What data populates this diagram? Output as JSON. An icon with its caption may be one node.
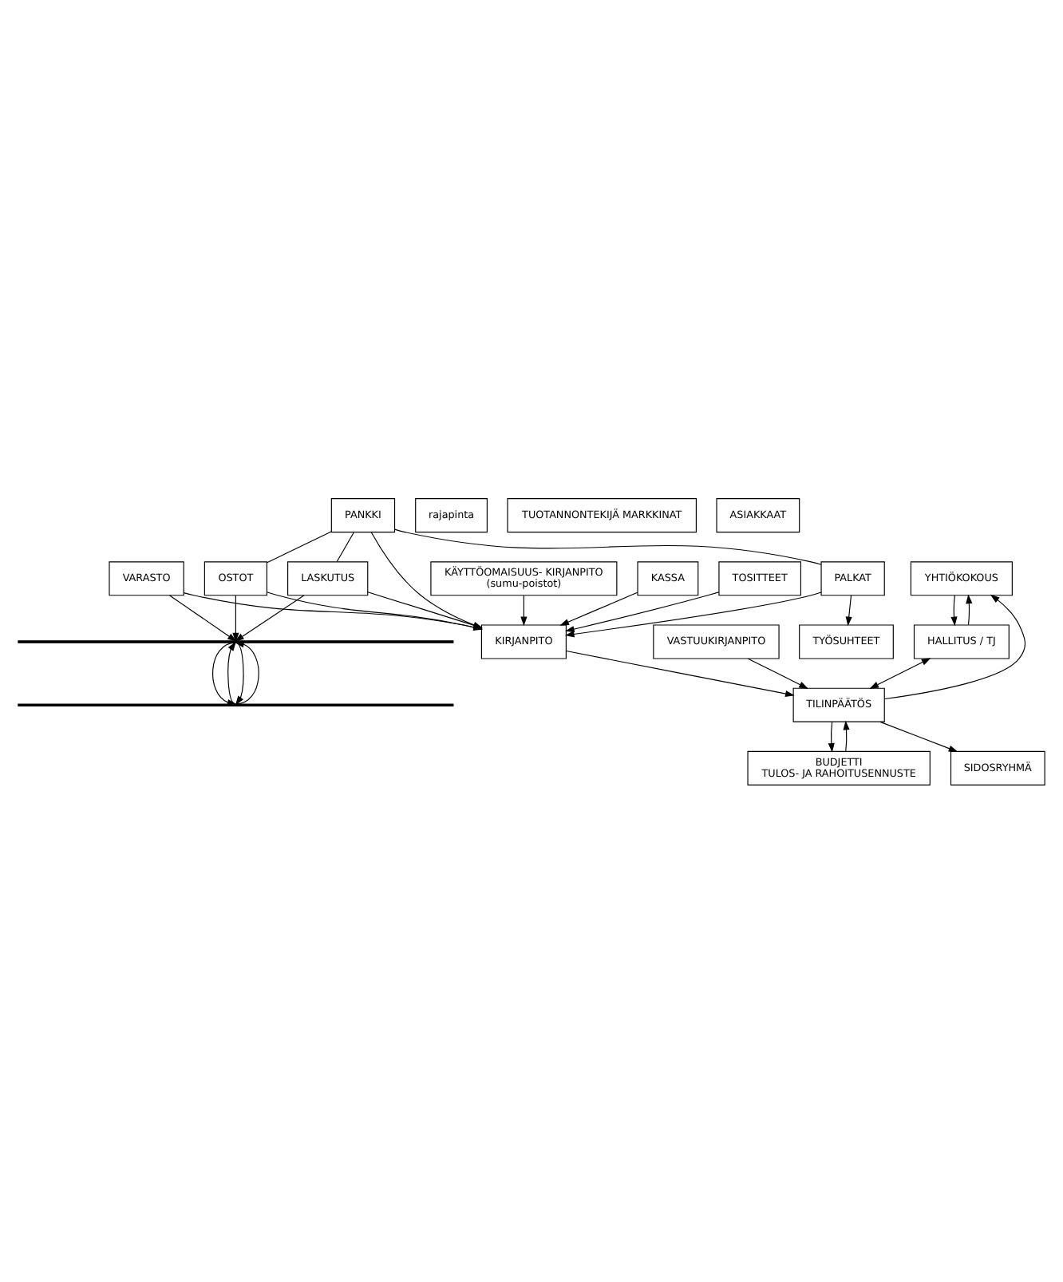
{
  "diagram": {
    "nodes": [
      {
        "text": [
          "YHTIÖKOKOUS"
        ]
      },
      {
        "text": [
          "SIDOSRYHMÄ"
        ]
      },
      {
        "text": [
          "HALLITUS / TJ"
        ]
      },
      {
        "text": [
          "BUDJETTI",
          "TULOS- JA RAHOITUSENNUSTE"
        ]
      },
      {
        "text": [
          "TILINPÄÄTÖS"
        ]
      },
      {
        "text": [
          "KÄYTTÖOMAISUUS- KIRJANPITO",
          "(sumu-poistot)"
        ]
      },
      {
        "text": [
          "KASSA"
        ]
      },
      {
        "text": [
          "KIRJANPITO"
        ]
      },
      {
        "text": [
          "VASTUUKIRJANPITO"
        ]
      },
      {
        "text": [
          "TOSITTEET"
        ]
      },
      {
        "text": [
          "PANKKI"
        ]
      },
      {
        "text": [
          "LASKUTUS"
        ]
      },
      {
        "text": [
          "OSTOT"
        ]
      },
      {
        "text": [
          "VARASTO"
        ]
      },
      {
        "text": [
          "PALKAT"
        ]
      },
      {
        "text": [
          "TYÖSUHTEET"
        ]
      },
      {
        "text": [],
        "shape": "bar"
      },
      {
        "text": [
          "rajapinta"
        ]
      },
      {
        "text": [],
        "shape": "bar"
      },
      {
        "text": [
          "TUOTANNONTEKIJÄ MARKKINAT"
        ]
      },
      {
        "text": [
          "ASIAKKAAT"
        ]
      }
    ],
    "edges": [
      {
        "from": 2,
        "to": 0,
        "arrow": "to"
      },
      {
        "from": 0,
        "to": 2,
        "arrow": "to"
      },
      {
        "from": 4,
        "to": 0,
        "arrow": "to"
      },
      {
        "from": 4,
        "to": 1,
        "arrow": "to"
      },
      {
        "from": 2,
        "to": 4,
        "arrow": "both"
      },
      {
        "from": 3,
        "to": 4,
        "arrow": "to"
      },
      {
        "from": 4,
        "to": 3,
        "arrow": "to"
      },
      {
        "from": 7,
        "to": 4,
        "arrow": "to"
      },
      {
        "from": 8,
        "to": 4,
        "arrow": "to"
      },
      {
        "from": 6,
        "to": 7,
        "arrow": "to"
      },
      {
        "from": 5,
        "to": 7,
        "arrow": "to"
      },
      {
        "from": 9,
        "to": 7,
        "arrow": "to"
      },
      {
        "from": 11,
        "to": 7,
        "arrow": "to"
      },
      {
        "from": 12,
        "to": 7,
        "arrow": "to"
      },
      {
        "from": 10,
        "to": 7,
        "arrow": "to"
      },
      {
        "from": 13,
        "to": 7,
        "arrow": "to"
      },
      {
        "from": 14,
        "to": 7,
        "arrow": "to"
      },
      {
        "from": 10,
        "to": 11,
        "arrow": "none"
      },
      {
        "from": 10,
        "to": 12,
        "arrow": "none"
      },
      {
        "from": 10,
        "to": 14,
        "arrow": "none"
      },
      {
        "from": 14,
        "to": 15,
        "arrow": "to"
      },
      {
        "from": 11,
        "to": 16,
        "arrow": "to"
      },
      {
        "from": 12,
        "to": 16,
        "arrow": "to"
      },
      {
        "from": 13,
        "to": 16,
        "arrow": "to"
      },
      {
        "from": 18,
        "to": 16,
        "arrow": "to"
      },
      {
        "from": 16,
        "to": 18,
        "arrow": "to"
      },
      {
        "from": 16,
        "to": 18,
        "arrow": "to"
      },
      {
        "from": 18,
        "to": 16,
        "arrow": "to"
      }
    ]
  }
}
